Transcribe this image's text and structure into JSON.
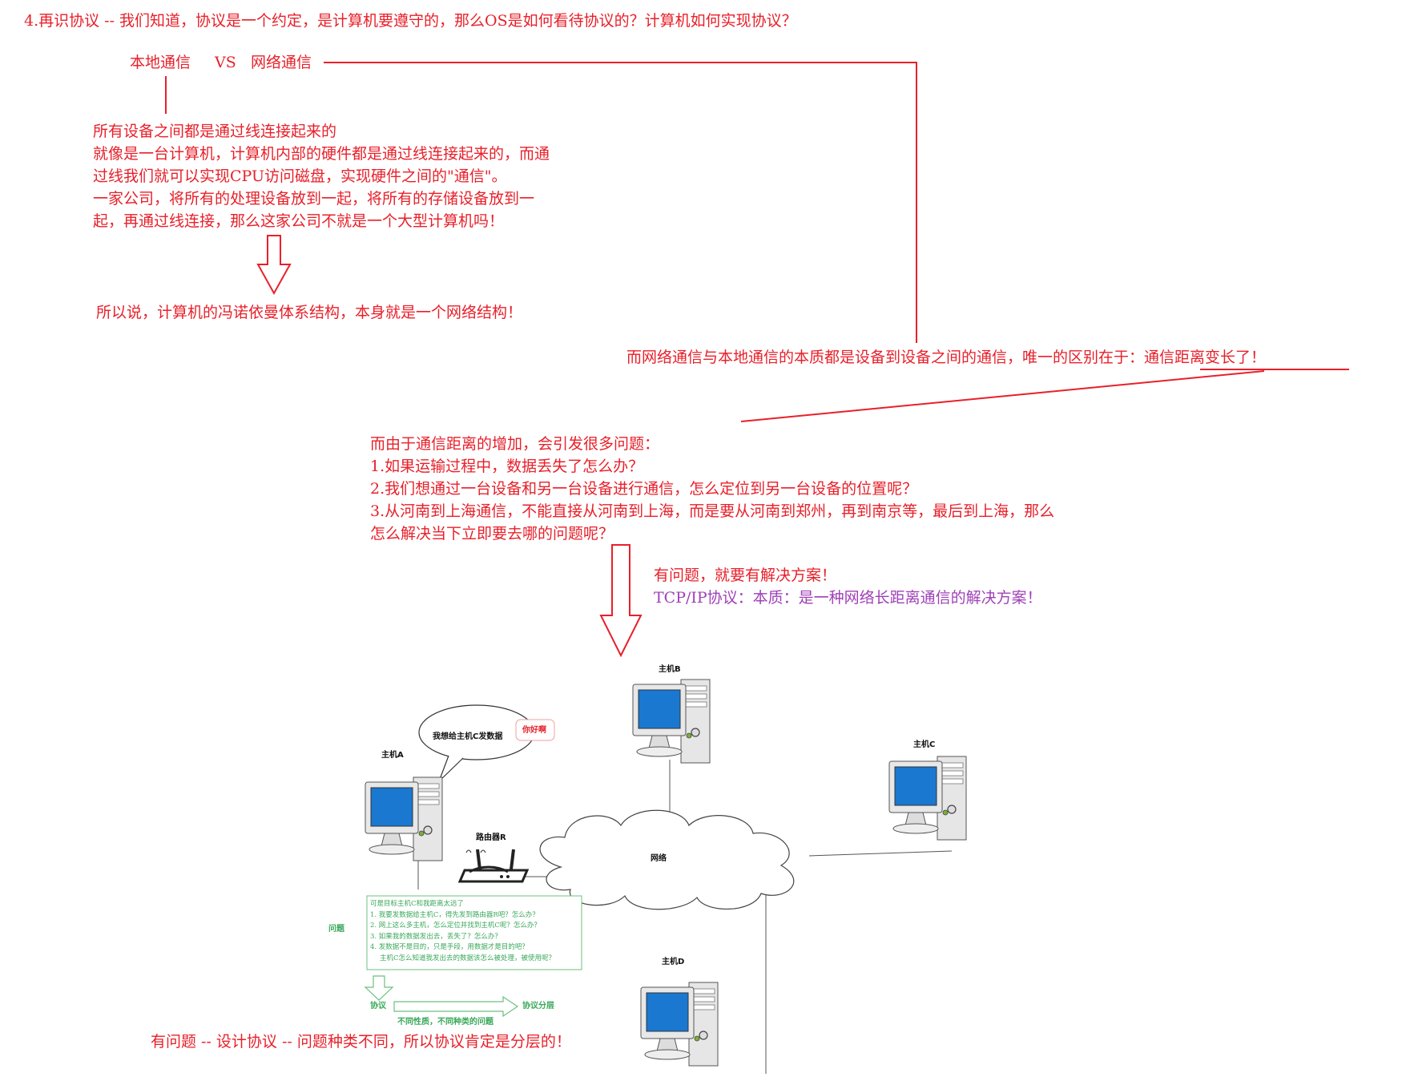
{
  "heading": "4.再识协议 -- 我们知道，协议是一个约定，是计算机要遵守的，那么OS是如何看待协议的？计算机如何实现协议？",
  "compare": {
    "local": "本地通信",
    "vs": "VS",
    "network": "网络通信"
  },
  "local_explain": [
    "所有设备之间都是通过线连接起来的",
    "就像是一台计算机，计算机内部的硬件都是通过线连接起来的，而通",
    "过线我们就可以实现CPU访问磁盘，实现硬件之间的\"通信\"。",
    "一家公司，将所有的处理设备放到一起，将所有的存储设备放到一",
    "起，再通过线连接，那么这家公司不就是一个大型计算机吗！"
  ],
  "conclusion": "所以说，计算机的冯诺依曼体系结构，本身就是一个网络结构！",
  "essence": {
    "prefix": "而网络通信与本地通信的本质都是设备到设备之间的通信，唯一的区别在于：",
    "highlight": "通信距离变长了！"
  },
  "problems": [
    "而由于通信距离的增加，会引发很多问题：",
    "1.如果运输过程中，数据丢失了怎么办？",
    "2.我们想通过一台设备和另一台设备进行通信，怎么定位到另一台设备的位置呢？",
    "3.从河南到上海通信，不能直接从河南到上海，而是要从河南到郑州，再到南京等，最后到上海，那么",
    "怎么解决当下立即要去哪的问题呢？"
  ],
  "solution": "有问题，就要有解决方案！",
  "tcpip": "TCP/IP协议：本质：是一种网络长距离通信的解决方案！",
  "diagram": {
    "host_a": "主机A",
    "host_b": "主机B",
    "host_c": "主机C",
    "host_d": "主机D",
    "router": "路由器R",
    "network": "网络",
    "bubble": "我想给主机C发数据",
    "greeting": "你好啊",
    "problem_label": "问题",
    "problem_box": [
      "可是目标主机C和我距离太远了",
      "1.  我要发数据给主机C，得先发到路由器R吧？怎么办？",
      "2.  网上这么多主机，怎么定位并找到主机C呢？怎么办？",
      "3.  如果我的数据发出去，丢失了？怎么办？",
      "4.  发数据不是目的，只是手段，用数据才是目的吧？",
      "    主机C怎么知道我发出去的数据该怎么被处理，被使用呢？"
    ],
    "protocol": "协议",
    "layering": "协议分层",
    "diff_nature": "不同性质，不同种类的问题"
  },
  "final_line": "有问题 -- 设计协议 -- 问题种类不同，所以协议肯定是分层的！",
  "colors": {
    "red": "#e8202a",
    "purple": "#a040b8",
    "green": "#39a85a",
    "screen_blue": "#1a78d0"
  }
}
